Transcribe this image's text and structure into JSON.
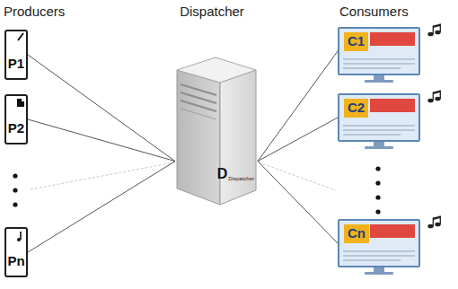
{
  "diagram": {
    "nodes": [
      {
        "text": [
          "P1"
        ]
      },
      {
        "text": [
          "P2"
        ]
      },
      {
        "text": [
          "Pn"
        ]
      },
      {
        "text": [
          "D",
          "Dispatcher"
        ]
      },
      {
        "text": [
          "C1"
        ]
      },
      {
        "text": [
          "C2"
        ]
      },
      {
        "text": [
          "Cn"
        ]
      }
    ],
    "edges": [
      {
        "from": 0,
        "to": 3,
        "arrow": "none"
      },
      {
        "from": 1,
        "to": 3,
        "arrow": "none"
      },
      {
        "from": 2,
        "to": 3,
        "arrow": "none"
      },
      {
        "from": 3,
        "to": 4,
        "arrow": "none"
      },
      {
        "from": 3,
        "to": 5,
        "arrow": "none"
      },
      {
        "from": 3,
        "to": 6,
        "arrow": "none"
      }
    ],
    "labels": [
      "Producers",
      "Dispatcher",
      "Consumers"
    ]
  }
}
